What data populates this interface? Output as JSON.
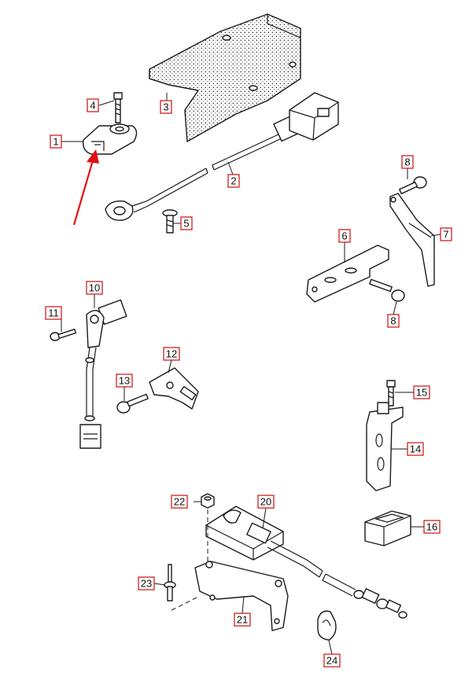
{
  "diagram": {
    "callouts": [
      {
        "id": "c1",
        "label": "1"
      },
      {
        "id": "c2",
        "label": "2"
      },
      {
        "id": "c3",
        "label": "3"
      },
      {
        "id": "c4",
        "label": "4"
      },
      {
        "id": "c5",
        "label": "5"
      },
      {
        "id": "c6",
        "label": "6"
      },
      {
        "id": "c7",
        "label": "7"
      },
      {
        "id": "c8a",
        "label": "8"
      },
      {
        "id": "c8b",
        "label": "8"
      },
      {
        "id": "c10",
        "label": "10"
      },
      {
        "id": "c11",
        "label": "11"
      },
      {
        "id": "c12",
        "label": "12"
      },
      {
        "id": "c13",
        "label": "13"
      },
      {
        "id": "c14",
        "label": "14"
      },
      {
        "id": "c15",
        "label": "15"
      },
      {
        "id": "c16",
        "label": "16"
      },
      {
        "id": "c20",
        "label": "20"
      },
      {
        "id": "c21",
        "label": "21"
      },
      {
        "id": "c22",
        "label": "22"
      },
      {
        "id": "c23",
        "label": "23"
      },
      {
        "id": "c24",
        "label": "24"
      }
    ],
    "colors": {
      "callout_border": "#d11f1f",
      "highlight_arrow": "#e01010",
      "line": "#1a1a1a"
    }
  }
}
